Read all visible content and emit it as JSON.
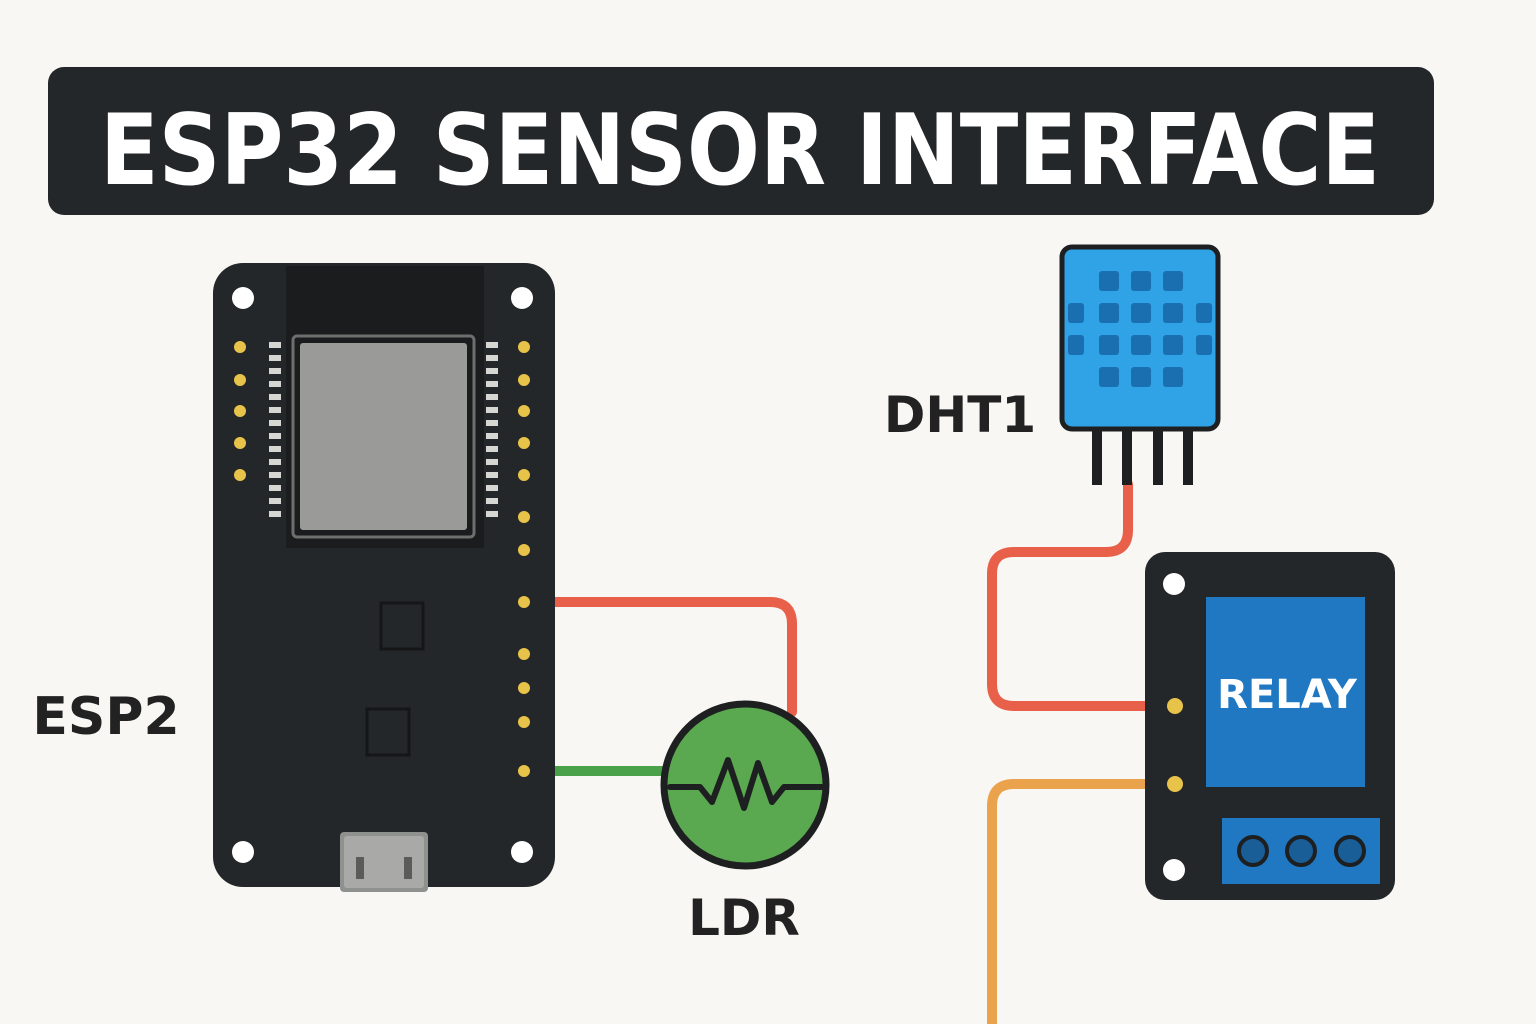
{
  "title": "ESP32 SENSOR INTERFACE",
  "components": {
    "esp": {
      "label": "ESP2"
    },
    "ldr": {
      "label": "LDR"
    },
    "dht": {
      "label": "DHT1"
    },
    "relay": {
      "label": "RELAY"
    }
  },
  "colors": {
    "background": "#f8f7f3",
    "title_bar": "#24272a",
    "title_text": "#ffffff",
    "board": "#24272a",
    "pin": "#e8c34a",
    "chip": "#9a9b98",
    "dht_body": "#2fa3e6",
    "relay_panel": "#1f78c1",
    "ldr_body": "#5aa84f",
    "wire_red": "#e9604a",
    "wire_green": "#4aa14a",
    "wire_orange": "#eba24d"
  },
  "wires": [
    {
      "color": "red",
      "from": "ESP2",
      "to": "LDR"
    },
    {
      "color": "green",
      "from": "ESP2",
      "to": "LDR"
    },
    {
      "color": "red",
      "from": "DHT1",
      "to": "RELAY"
    },
    {
      "color": "orange",
      "from": "RELAY",
      "to": ""
    }
  ],
  "icons": [
    "usb-port-icon",
    "resistor-symbol-icon",
    "mounting-hole-icon"
  ]
}
